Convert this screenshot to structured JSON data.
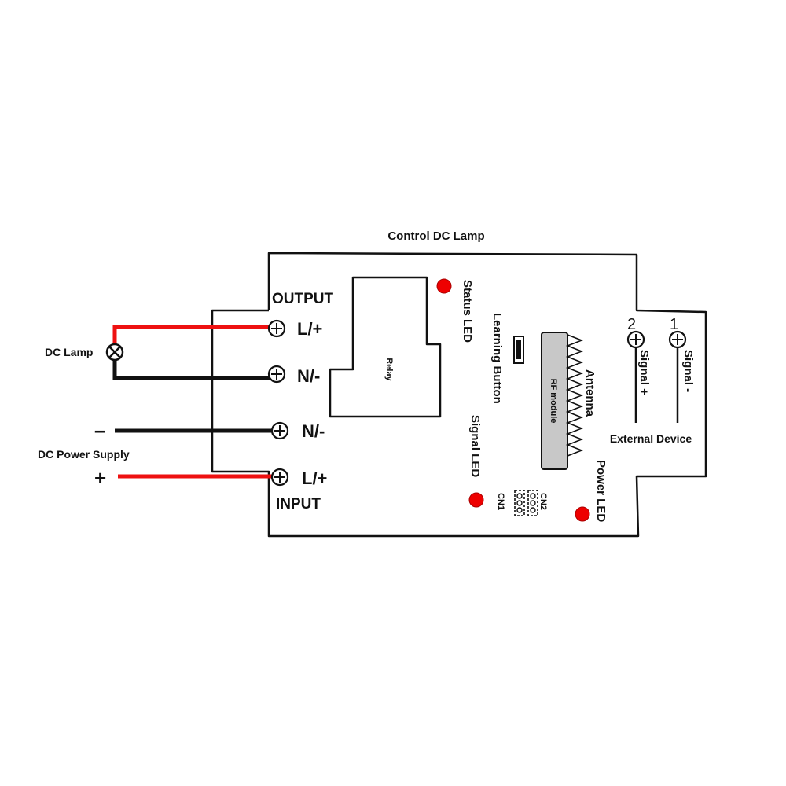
{
  "title": "Control DC Lamp",
  "labels": {
    "output": "OUTPUT",
    "input": "INPUT",
    "dc_lamp": "DC Lamp",
    "dc_power_supply": "DC Power Supply",
    "minus_sign": "–",
    "plus_sign": "+",
    "relay": "Relay",
    "rf_module": "RF module",
    "antenna": "Antenna",
    "status_led": "Status LED",
    "learning_button": "Learning Button",
    "signal_led": "Signal LED",
    "power_led": "Power LED",
    "cn1": "CN1",
    "cn2": "CN2",
    "external_device": "External Device"
  },
  "terminals": {
    "out_l": "L/+",
    "out_n": "N/-",
    "in_n": "N/-",
    "in_l": "L/+"
  },
  "external": {
    "num_1": "1",
    "num_2": "2",
    "signal_minus": "Signal -",
    "signal_plus": "Signal +"
  },
  "colors": {
    "positive_wire": "#ee1111",
    "negative_wire": "#111111",
    "led": "#ee0000",
    "rf_module_fill": "#c8c8c8"
  }
}
